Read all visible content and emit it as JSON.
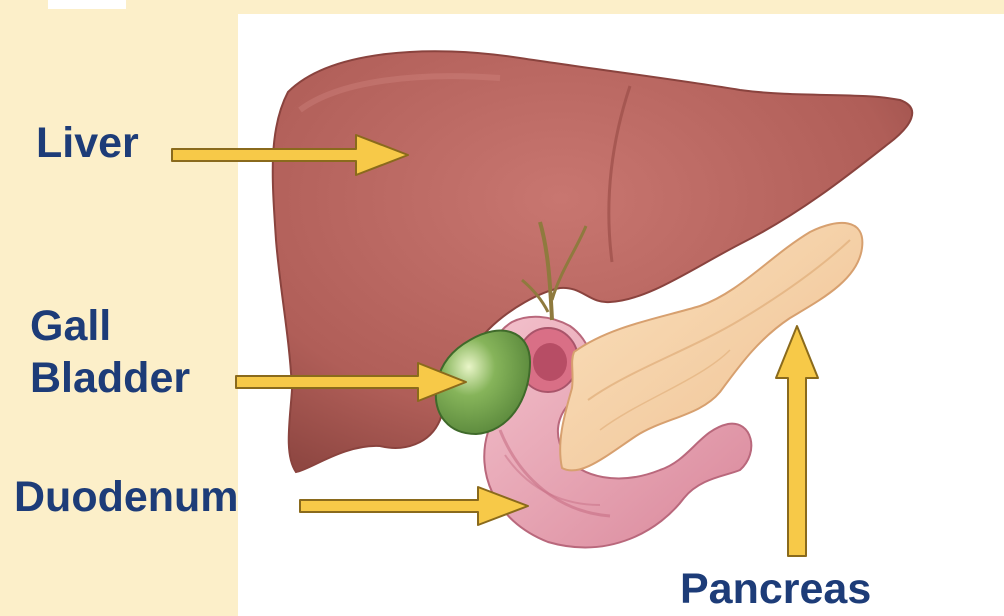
{
  "labels": {
    "liver": "Liver",
    "gall_line1": "Gall",
    "gall_line2": "Bladder",
    "duodenum": "Duodenum",
    "pancreas": "Pancreas"
  },
  "colors": {
    "label_text": "#1d3c78",
    "arrow_fill": "#f7c948",
    "arrow_stroke": "#8a6a1c",
    "panel_bg": "#fcefc9",
    "liver": "#b6625c",
    "gallbladder": "#6b9a45",
    "duodenum": "#e7a0b0",
    "pancreas": "#f6d2a4"
  }
}
